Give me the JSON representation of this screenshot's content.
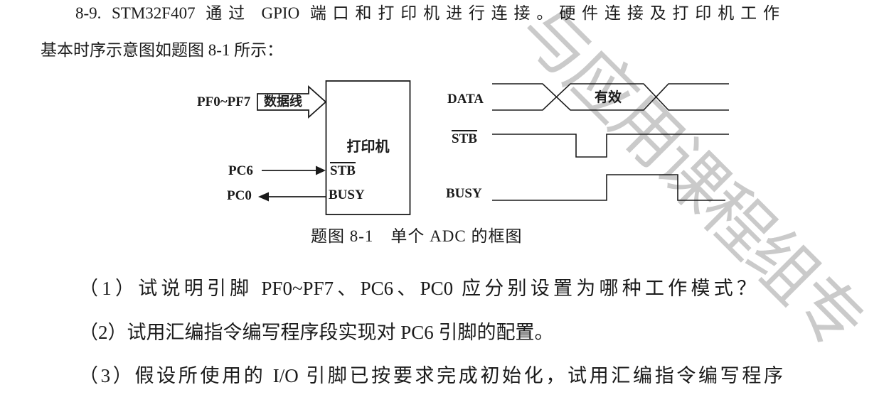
{
  "document": {
    "intro_line1": "8-9. STM32F407 通过 GPIO 端口和打印机进行连接。硬件连接及打印机工作",
    "intro_line2": "基本时序示意图如题图 8-1 所示：",
    "caption": "题图 8-1　单个 ADC 的框图",
    "questions": [
      "（1）试说明引脚 PF0~PF7、PC6、PC0 应分别设置为哪种工作模式？",
      "（2）试用汇编指令编写程序段实现对 PC6 引脚的配置。",
      "（3）假设所使用的 I/O 引脚已按要求完成初始化，试用汇编指令编写程序"
    ]
  },
  "figure": {
    "block_diagram": {
      "data_pins_label": "PF0~PF7",
      "data_bus_label": "数据线",
      "device_label": "打印机",
      "stb_pin_label": "STB",
      "busy_pin_label": "BUSY",
      "pc6_label": "PC6",
      "pc0_label": "PC0"
    },
    "timing_diagram": {
      "data_signal_label": "DATA",
      "stb_signal_label": "STB",
      "busy_signal_label": "BUSY",
      "valid_label": "有效"
    }
  },
  "watermark": {
    "text": "与应用课程组专",
    "chars": [
      "与",
      "应",
      "用",
      "课",
      "程",
      "组",
      "专"
    ]
  },
  "colors": {
    "ink": "#1b1b1b",
    "background": "#ffffff",
    "watermark_gray": "#c3c3c3"
  }
}
